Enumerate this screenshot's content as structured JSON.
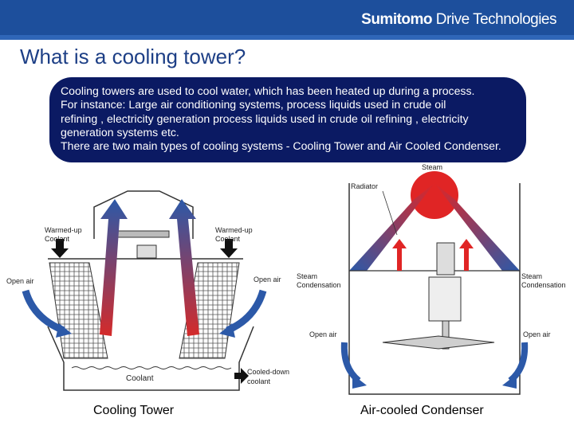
{
  "header": {
    "brand_bold": "Sumitomo",
    "brand_rest": " Drive Technologies"
  },
  "slide_title": "What is a cooling tower?",
  "callout": {
    "lines": [
      "Cooling towers are used to cool water, which has been heated up during a process.",
      "For instance:  Large air conditioning systems, process liquids used in crude oil",
      "refining , electricity generation process liquids used in crude oil refining , electricity",
      "generation systems etc.",
      "There are two main types of cooling systems - Cooling Tower and  Air Cooled Condenser."
    ]
  },
  "tower": {
    "warmed_up_left": [
      "Warmed-up",
      "Coolant"
    ],
    "warmed_up_right": [
      "Warmed-up",
      "Coolant"
    ],
    "open_air_left": "Open air",
    "open_air_right": "Open air",
    "coolant": "Coolant",
    "cooled_down": [
      "Cooled-down",
      "coolant"
    ],
    "caption": "Cooling Tower"
  },
  "condenser": {
    "steam": "Steam",
    "radiator": "Radiator",
    "steam_condensation_left": [
      "Steam",
      "Condensation"
    ],
    "steam_condensation_right": [
      "Steam",
      "Condensation"
    ],
    "open_air_left": "Open air",
    "open_air_right": "Open air",
    "caption": "Air-cooled Condenser"
  },
  "colors": {
    "header": "#1d4f9c",
    "callout_bg": "#0b1a63",
    "title": "#1d3f86",
    "arrow_blue": "#2c59a8",
    "arrow_red": "#d42a2a"
  }
}
